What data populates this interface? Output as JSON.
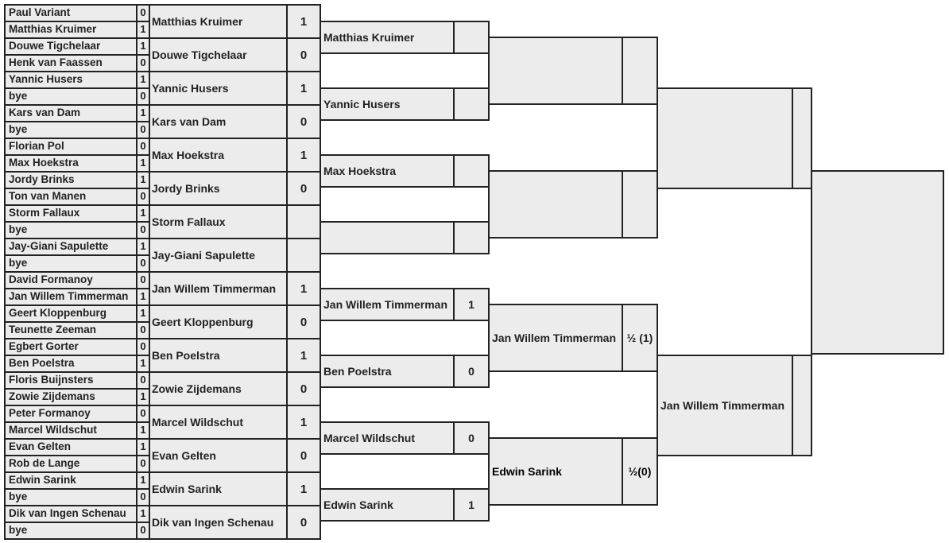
{
  "round1": [
    {
      "name": "Paul Variant",
      "score": "0"
    },
    {
      "name": "Matthias Kruimer",
      "score": "1"
    },
    {
      "name": "Douwe Tigchelaar",
      "score": "1"
    },
    {
      "name": "Henk van Faassen",
      "score": "0"
    },
    {
      "name": "Yannic Husers",
      "score": "1"
    },
    {
      "name": "bye",
      "score": "0"
    },
    {
      "name": "Kars van Dam",
      "score": "1"
    },
    {
      "name": "bye",
      "score": "0"
    },
    {
      "name": "Florian Pol",
      "score": "0"
    },
    {
      "name": "Max Hoekstra",
      "score": "1"
    },
    {
      "name": "Jordy Brinks",
      "score": "1"
    },
    {
      "name": "Ton van Manen",
      "score": "0"
    },
    {
      "name": "Storm Fallaux",
      "score": "1"
    },
    {
      "name": "bye",
      "score": "0"
    },
    {
      "name": "Jay-Giani Sapulette",
      "score": "1"
    },
    {
      "name": "bye",
      "score": "0"
    },
    {
      "name": "David Formanoy",
      "score": "0"
    },
    {
      "name": "Jan Willem Timmerman",
      "score": "1"
    },
    {
      "name": "Geert Kloppenburg",
      "score": "1"
    },
    {
      "name": "Teunette Zeeman",
      "score": "0"
    },
    {
      "name": "Egbert Gorter",
      "score": "0"
    },
    {
      "name": "Ben Poelstra",
      "score": "1"
    },
    {
      "name": "Floris Buijnsters",
      "score": "0"
    },
    {
      "name": "Zowie Zijdemans",
      "score": "1"
    },
    {
      "name": "Peter Formanoy",
      "score": "0"
    },
    {
      "name": "Marcel Wildschut",
      "score": "1"
    },
    {
      "name": "Evan Gelten",
      "score": "1"
    },
    {
      "name": "Rob de Lange",
      "score": "0"
    },
    {
      "name": "Edwin Sarink",
      "score": "1"
    },
    {
      "name": "bye",
      "score": "0"
    },
    {
      "name": "Dik van Ingen Schenau",
      "score": "1"
    },
    {
      "name": "bye",
      "score": "0"
    }
  ],
  "round2": [
    {
      "name": "Matthias Kruimer",
      "score": "1"
    },
    {
      "name": "Douwe Tigchelaar",
      "score": "0"
    },
    {
      "name": "Yannic Husers",
      "score": "1"
    },
    {
      "name": "Kars van Dam",
      "score": "0"
    },
    {
      "name": "Max Hoekstra",
      "score": "1"
    },
    {
      "name": "Jordy Brinks",
      "score": "0"
    },
    {
      "name": "Storm Fallaux",
      "score": ""
    },
    {
      "name": "Jay-Giani Sapulette",
      "score": ""
    },
    {
      "name": "Jan Willem Timmerman",
      "score": "1"
    },
    {
      "name": "Geert Kloppenburg",
      "score": "0"
    },
    {
      "name": "Ben Poelstra",
      "score": "1"
    },
    {
      "name": "Zowie Zijdemans",
      "score": "0"
    },
    {
      "name": "Marcel Wildschut",
      "score": "1"
    },
    {
      "name": "Evan Gelten",
      "score": "0"
    },
    {
      "name": "Edwin Sarink",
      "score": "1"
    },
    {
      "name": "Dik van Ingen Schenau",
      "score": "0"
    }
  ],
  "round3": [
    {
      "name": "Matthias Kruimer",
      "score": ""
    },
    {
      "name": "Yannic Husers",
      "score": ""
    },
    {
      "name": "Max Hoekstra",
      "score": ""
    },
    {
      "name": "",
      "score": ""
    },
    {
      "name": "Jan Willem Timmerman",
      "score": "1"
    },
    {
      "name": "Ben Poelstra",
      "score": "0"
    },
    {
      "name": "Marcel Wildschut",
      "score": "0"
    },
    {
      "name": "Edwin Sarink",
      "score": "1"
    }
  ],
  "round4": [
    {
      "name": "",
      "score": ""
    },
    {
      "name": "",
      "score": ""
    },
    {
      "name": "Jan Willem Timmerman",
      "score": "½ (1)"
    },
    {
      "name": "Edwin Sarink",
      "score": "½(0)"
    }
  ],
  "round5": [
    {
      "name": "",
      "score": ""
    },
    {
      "name": "Jan Willem Timmerman",
      "score": ""
    }
  ],
  "round6": [
    {
      "name": "",
      "score": ""
    }
  ]
}
